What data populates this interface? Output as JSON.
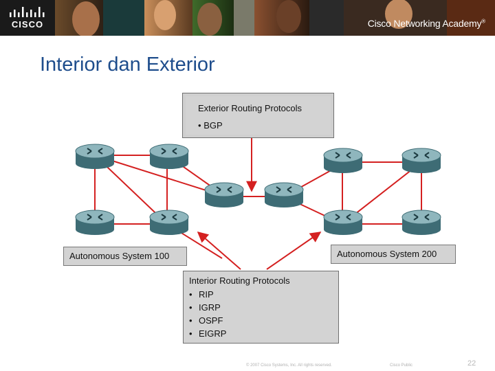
{
  "header": {
    "logo_text": "CISCO",
    "academy": "Cisco Networking Academy",
    "academy_mark": "®"
  },
  "slide": {
    "title": "Interior dan Exterior"
  },
  "diagram": {
    "exterior": {
      "title": "Exterior Routing Protocols",
      "items": [
        "BGP"
      ]
    },
    "as100": "Autonomous System 100",
    "as200": "Autonomous System 200",
    "interior": {
      "title": "Interior Routing Protocols",
      "items": [
        "RIP",
        "IGRP",
        "OSPF",
        "EIGRP"
      ]
    },
    "bullet": "•",
    "colors": {
      "link": "#d42020",
      "arrow": "#d42020",
      "router_top": "#8fb6bd",
      "router_side": "#3e6c75"
    }
  },
  "footer": {
    "copyright": "© 2007 Cisco Systems, Inc. All rights reserved.",
    "classification": "Cisco Public",
    "page": "22"
  }
}
